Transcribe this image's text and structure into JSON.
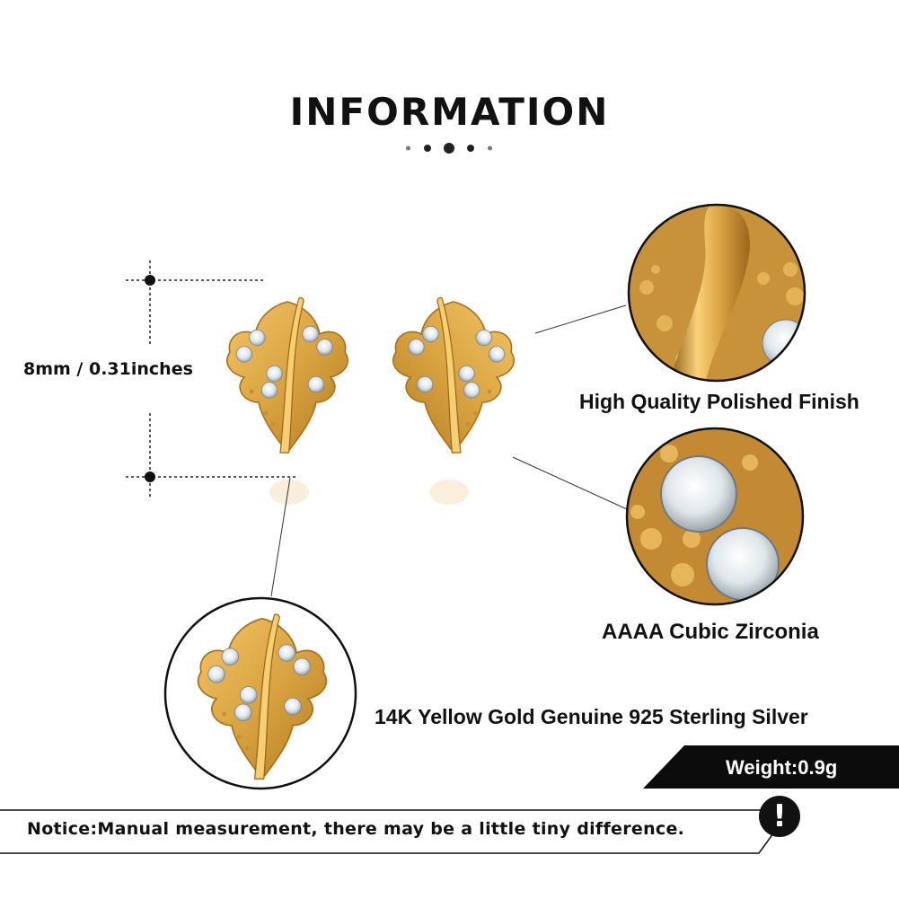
{
  "header": {
    "title": "INFORMATION"
  },
  "dimension": {
    "label": "8mm / 0.31inches"
  },
  "features": {
    "polished": "High Quality Polished Finish",
    "zirconia": "AAAA Cubic Zirconia",
    "material": "14K Yellow Gold Genuine 925 Sterling Silver"
  },
  "weight": {
    "label": "Weight:0.9g"
  },
  "notice": {
    "text": "Notice:Manual measurement, there may be a little tiny difference.",
    "icon": "!"
  },
  "colors": {
    "gold": "#d9a441",
    "gold_dark": "#b47a22",
    "gem": "#e9eef2",
    "text": "#111111"
  }
}
